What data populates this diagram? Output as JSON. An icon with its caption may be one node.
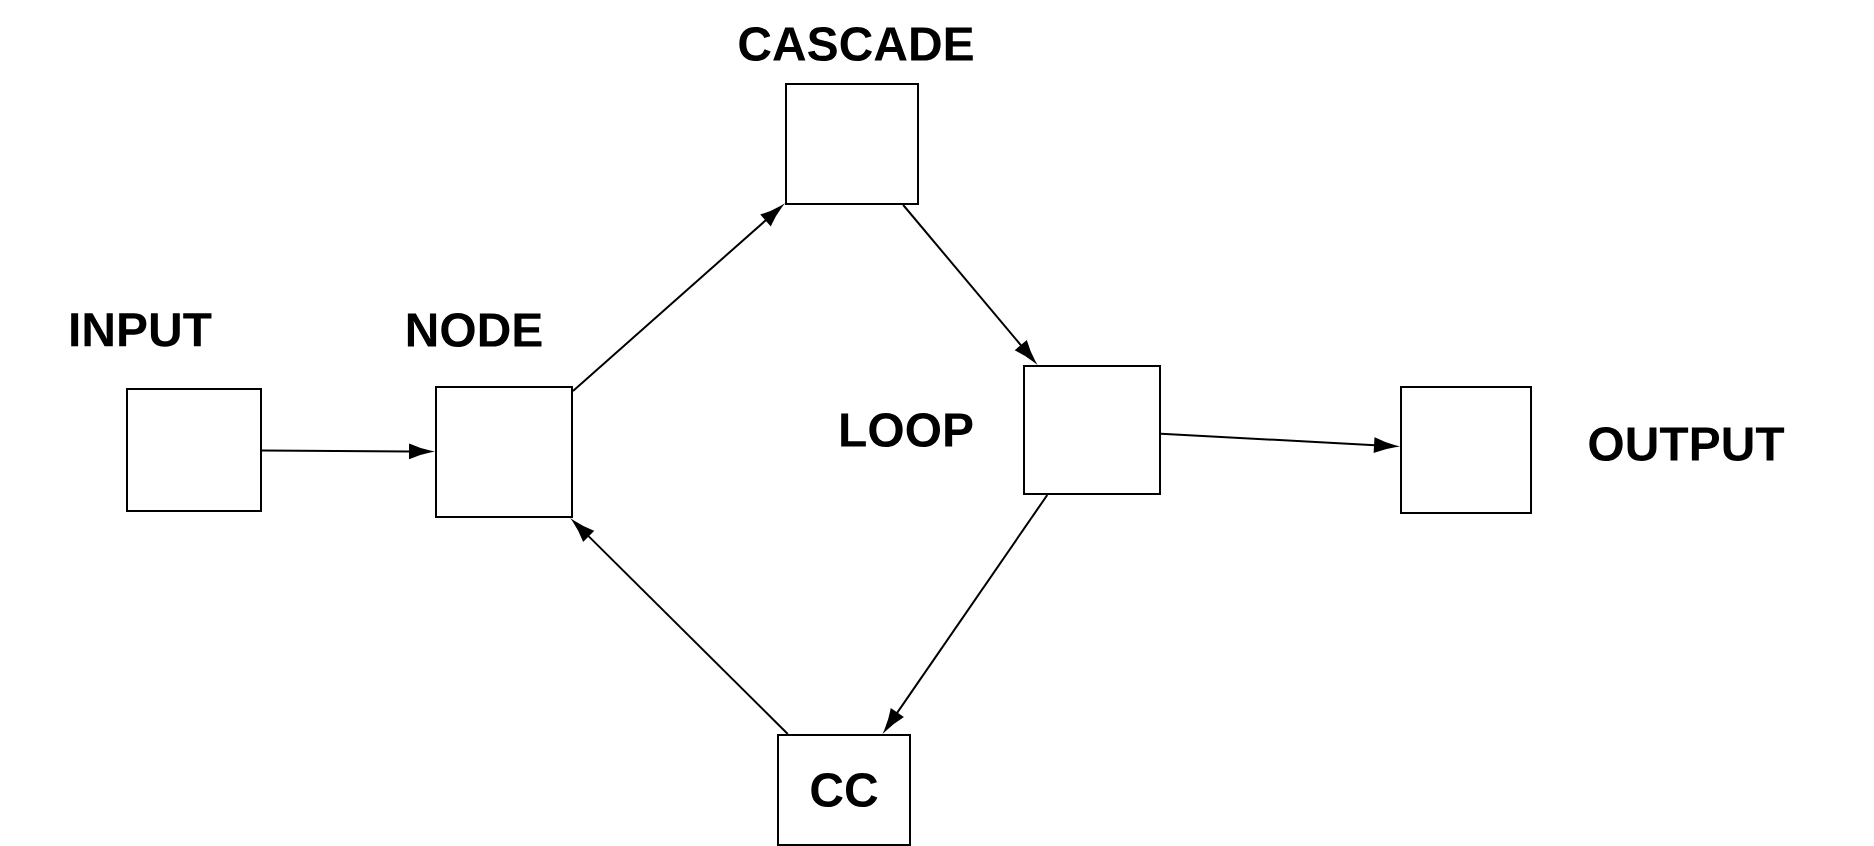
{
  "diagram": {
    "nodes": [
      {
        "text": [
          "INPUT"
        ]
      },
      {
        "text": [
          "NODE"
        ]
      },
      {
        "text": [
          "CASCADE"
        ]
      },
      {
        "text": [
          "LOOP"
        ]
      },
      {
        "text": [
          "OUTPUT"
        ]
      },
      {
        "text": [
          "CC"
        ]
      }
    ],
    "edges": [
      {
        "from": 0,
        "to": 1,
        "arrow": "to"
      },
      {
        "from": 1,
        "to": 2,
        "arrow": "to"
      },
      {
        "from": 2,
        "to": 3,
        "arrow": "to"
      },
      {
        "from": 3,
        "to": 4,
        "arrow": "to"
      },
      {
        "from": 3,
        "to": 5,
        "arrow": "to"
      },
      {
        "from": 5,
        "to": 1,
        "arrow": "to"
      }
    ]
  }
}
